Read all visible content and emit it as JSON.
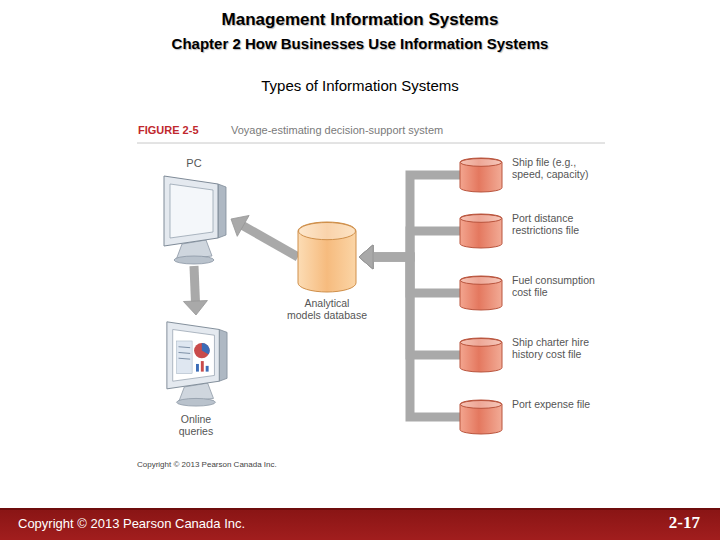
{
  "diagram": {
    "title": "Management Information Systems",
    "nodes": [
      {
        "text": [
          "PC"
        ]
      },
      {
        "text": [
          "Analytical models database"
        ]
      },
      {
        "text": [
          "Ship file (e.g., speed, capacity)"
        ]
      },
      {
        "text": [
          "Port distance restrictions file"
        ]
      },
      {
        "text": [
          "Fuel consumption cost file"
        ]
      },
      {
        "text": [
          "Ship charter hire history cost file"
        ]
      },
      {
        "text": [
          "Port expense file"
        ]
      },
      {
        "text": [
          "Online queries"
        ]
      }
    ],
    "edges": [
      {
        "from": 2,
        "to": 1,
        "arrow": "to"
      },
      {
        "from": 3,
        "to": 1,
        "arrow": "to"
      },
      {
        "from": 4,
        "to": 1,
        "arrow": "to"
      },
      {
        "from": 5,
        "to": 1,
        "arrow": "to"
      },
      {
        "from": 6,
        "to": 1,
        "arrow": "to"
      },
      {
        "from": 1,
        "to": 0,
        "arrow": "to"
      },
      {
        "from": 0,
        "to": 7,
        "arrow": "to"
      }
    ],
    "labels": [
      "Chapter 2 How Businesses Use Information Systems",
      "Types of Information Systems",
      "FIGURE 2-5",
      "Voyage-estimating decision-support system",
      "Copyright © 2013 Pearson Canada Inc.",
      "Copyright © 2013 Pearson Canada Inc.",
      "2-17"
    ]
  }
}
